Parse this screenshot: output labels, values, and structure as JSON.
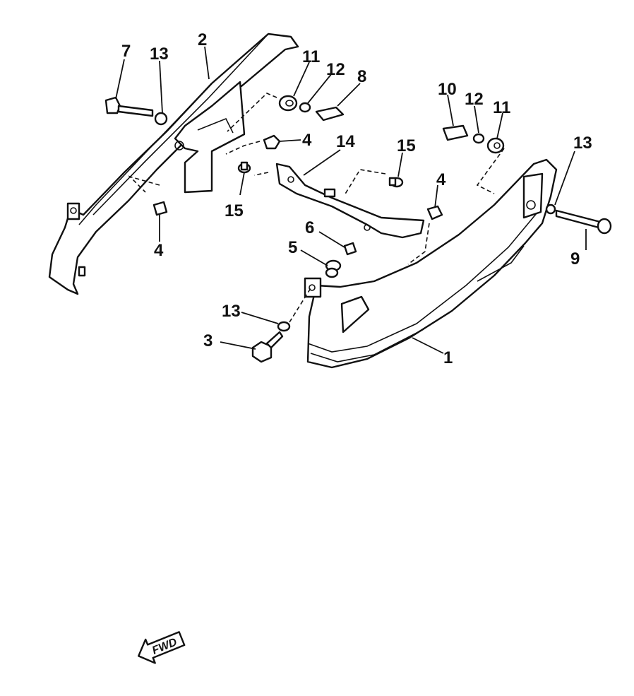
{
  "callouts": {
    "c1": "1",
    "c2": "2",
    "c3": "3",
    "c4a": "4",
    "c4b": "4",
    "c4c": "4",
    "c5": "5",
    "c6": "6",
    "c7": "7",
    "c8": "8",
    "c9": "9",
    "c10": "10",
    "c11a": "11",
    "c11b": "11",
    "c12a": "12",
    "c12b": "12",
    "c13a": "13",
    "c13b": "13",
    "c13c": "13",
    "c14": "14",
    "c15a": "15",
    "c15b": "15"
  },
  "fwd_label": "FWD",
  "colors": {
    "line": "#111111",
    "background": "#ffffff"
  }
}
